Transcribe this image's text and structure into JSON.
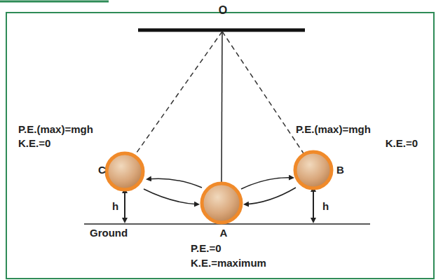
{
  "diagram": {
    "labels": [
      "O",
      "P.E.(max)=mgh",
      "K.E.=0",
      "P.E.(max)=mgh",
      "K.E.=0",
      "C",
      "B",
      "h",
      "h",
      "Ground",
      "A",
      "P.E.=0",
      "K.E.=maximum"
    ]
  }
}
